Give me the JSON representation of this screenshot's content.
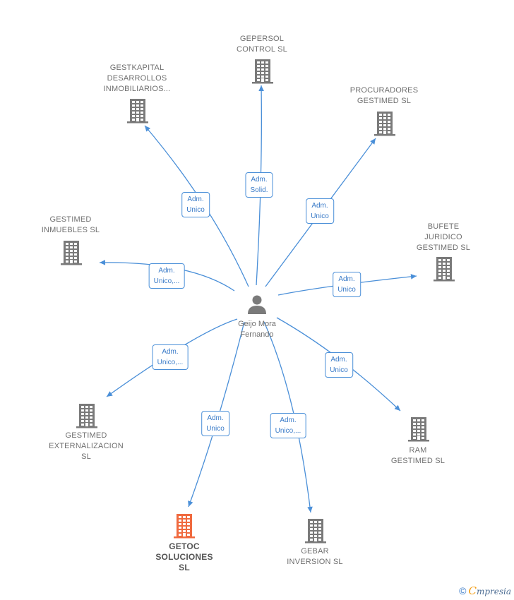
{
  "colors": {
    "edge": "#4a8fd8",
    "building": "#7a7a7a",
    "building_highlight": "#f06a3f",
    "person": "#7a7a7a"
  },
  "center": {
    "icon": "person-icon",
    "lines": [
      "Geijo Mora",
      "Fernando"
    ]
  },
  "nodes": [
    {
      "id": "gepersol",
      "lines": [
        "GEPERSOL",
        "CONTROL  SL"
      ],
      "icon": "building-icon"
    },
    {
      "id": "gestkapital",
      "lines": [
        "GESTKAPITAL",
        "DESARROLLOS",
        "INMOBILIARIOS..."
      ],
      "icon": "building-icon"
    },
    {
      "id": "procuradores",
      "lines": [
        "PROCURADORES",
        "GESTIMED  SL"
      ],
      "icon": "building-icon"
    },
    {
      "id": "gestimed-inmuebles",
      "lines": [
        "GESTIMED",
        "INMUEBLES SL"
      ],
      "icon": "building-icon"
    },
    {
      "id": "bufete",
      "lines": [
        "BUFETE",
        "JURIDICO",
        "GESTIMED  SL"
      ],
      "icon": "building-icon"
    },
    {
      "id": "gestimed-externalizacion",
      "lines": [
        "GESTIMED",
        "EXTERNALIZACION",
        "SL"
      ],
      "icon": "building-icon"
    },
    {
      "id": "ram",
      "lines": [
        "RAM",
        "GESTIMED  SL"
      ],
      "icon": "building-icon"
    },
    {
      "id": "getoc",
      "lines": [
        "GETOC",
        "SOLUCIONES",
        "SL"
      ],
      "icon": "building-icon",
      "highlight": true
    },
    {
      "id": "gebar",
      "lines": [
        "GEBAR",
        "INVERSION SL"
      ],
      "icon": "building-icon"
    }
  ],
  "edges": [
    {
      "to": "gepersol",
      "label": [
        "Adm.",
        "Solid."
      ]
    },
    {
      "to": "gestkapital",
      "label": [
        "Adm.",
        "Unico"
      ]
    },
    {
      "to": "procuradores",
      "label": [
        "Adm.",
        "Unico"
      ]
    },
    {
      "to": "gestimed-inmuebles",
      "label": [
        "Adm.",
        "Unico,..."
      ]
    },
    {
      "to": "bufete",
      "label": [
        "Adm.",
        "Unico"
      ]
    },
    {
      "to": "gestimed-externalizacion",
      "label": [
        "Adm.",
        "Unico,..."
      ]
    },
    {
      "to": "ram",
      "label": [
        "Adm.",
        "Unico"
      ]
    },
    {
      "to": "getoc",
      "label": [
        "Adm.",
        "Unico"
      ]
    },
    {
      "to": "gebar",
      "label": [
        "Adm.",
        "Unico,..."
      ]
    }
  ],
  "footer": {
    "copyright": "©",
    "brand_initial": "C",
    "brand_rest": "mpresia"
  }
}
